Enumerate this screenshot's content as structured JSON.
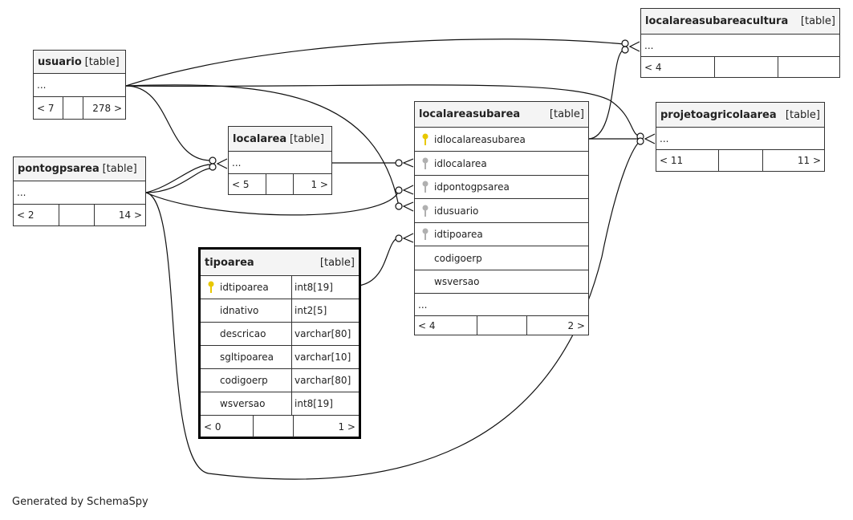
{
  "tables": {
    "usuario": {
      "name": "usuario",
      "type": "[table]",
      "rows": [],
      "foot": [
        "< 7",
        "",
        "278 >"
      ]
    },
    "pontogpsarea": {
      "name": "pontogpsarea",
      "type": "[table]",
      "rows": [],
      "foot": [
        "< 2",
        "",
        "14 >"
      ]
    },
    "localarea": {
      "name": "localarea",
      "type": "[table]",
      "rows": [],
      "foot": [
        "< 5",
        "",
        "1 >"
      ]
    },
    "localareasubarea": {
      "name": "localareasubarea",
      "type": "[table]",
      "rows": [
        {
          "name": "idlocalareasubarea",
          "key": "primary"
        },
        {
          "name": "idlocalarea",
          "key": "foreign"
        },
        {
          "name": "idpontogpsarea",
          "key": "foreign"
        },
        {
          "name": "idusuario",
          "key": "foreign"
        },
        {
          "name": "idtipoarea",
          "key": "foreign"
        },
        {
          "name": "codigoerp",
          "key": "none"
        },
        {
          "name": "wsversao",
          "key": "none"
        }
      ],
      "foot": [
        "< 4",
        "",
        "2 >"
      ]
    },
    "tipoarea": {
      "name": "tipoarea",
      "type": "[table]",
      "rows": [
        {
          "name": "idtipoarea",
          "datatype": "int8[19]",
          "key": "primary"
        },
        {
          "name": "idnativo",
          "datatype": "int2[5]",
          "key": "none"
        },
        {
          "name": "descricao",
          "datatype": "varchar[80]",
          "key": "none"
        },
        {
          "name": "sgltipoarea",
          "datatype": "varchar[10]",
          "key": "none"
        },
        {
          "name": "codigoerp",
          "datatype": "varchar[80]",
          "key": "none"
        },
        {
          "name": "wsversao",
          "datatype": "int8[19]",
          "key": "none"
        }
      ],
      "foot": [
        "< 0",
        "",
        "1 >"
      ]
    },
    "localareasubareacultura": {
      "name": "localareasubareacultura",
      "type": "[table]",
      "rows": [],
      "foot": [
        "< 4",
        "",
        ""
      ]
    },
    "projetoagricolaarea": {
      "name": "projetoagricolaarea",
      "type": "[table]",
      "rows": [],
      "foot": [
        "< 11",
        "",
        "11 >"
      ]
    }
  },
  "ellipsis": "...",
  "colors": {
    "primary_key": "#e8c800",
    "foreign_key": "#b0b0b0",
    "line": "#111111"
  },
  "footer": "Generated by SchemaSpy"
}
